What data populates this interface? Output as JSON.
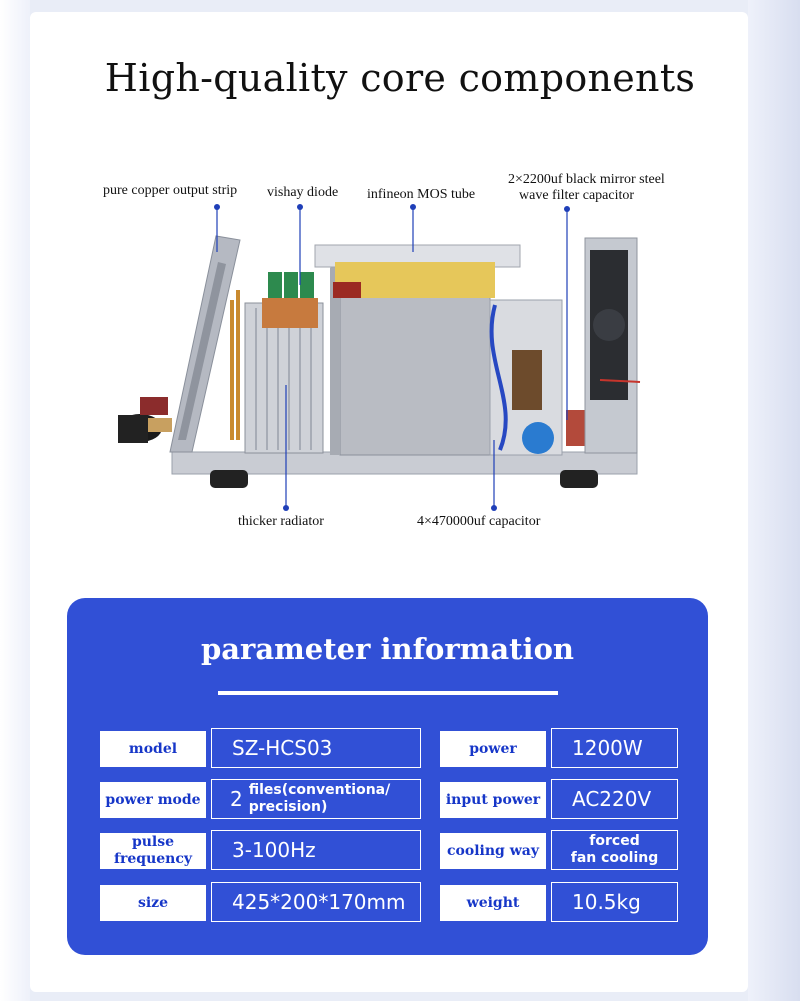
{
  "heading": "High-quality core components",
  "components": {
    "copper_strip": "pure copper output strip",
    "diode": "vishay diode",
    "mos_tube": "infineon MOS tube",
    "filter_cap_line1": "2×2200uf black mirror steel",
    "filter_cap_line2": "wave filter capacitor",
    "radiator": "thicker radiator",
    "capacitor": "4×470000uf capacitor"
  },
  "parameters": {
    "title": "parameter information",
    "rows": [
      {
        "label": "model",
        "value": "SZ-HCS03",
        "label2": "power",
        "value2": "1200W"
      },
      {
        "label": "power mode",
        "value_num": "2",
        "value_line1": "files(conventiona/",
        "value_line2": "precision)",
        "label2": "input power",
        "value2": "AC220V"
      },
      {
        "label_line1": "pulse",
        "label_line2": "frequency",
        "value": "3-100Hz",
        "label2": "cooling way",
        "value2_line1": "forced",
        "value2_line2": "fan cooling"
      },
      {
        "label": "size",
        "value": "425*200*170mm",
        "label2": "weight",
        "value2": "10.5kg"
      }
    ]
  }
}
